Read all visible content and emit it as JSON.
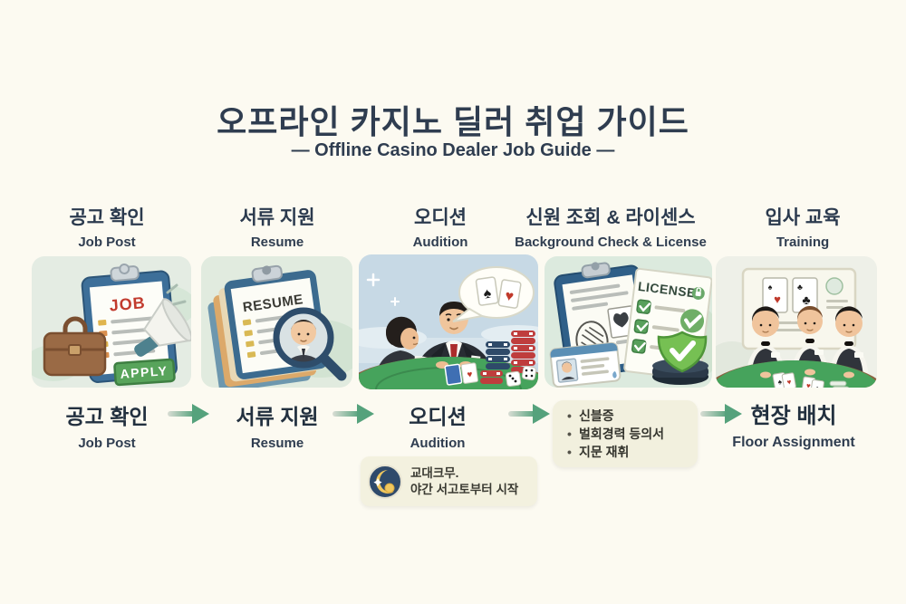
{
  "page": {
    "title": "오프라인 카지노 딜러 취업 가이드",
    "subtitle": "—  Offline Casino Dealer Job Guide  —"
  },
  "steps": [
    {
      "ko": "공고 확인",
      "en": "Job Post"
    },
    {
      "ko": "서류 지원",
      "en": "Resume"
    },
    {
      "ko": "오디션",
      "en": "Audition"
    },
    {
      "ko": "신원 조회 & 라이센스",
      "en": "Background Check & License"
    },
    {
      "ko": "입사 교육",
      "en": "Training"
    }
  ],
  "flow": [
    {
      "ko": "공고 확인",
      "en": "Job Post"
    },
    {
      "ko": "서류 지원",
      "en": "Resume"
    },
    {
      "ko": "오디션",
      "en": "Audition"
    },
    {
      "ko": "현장 배치",
      "en": "Floor Assignment"
    }
  ],
  "checklist": {
    "items": [
      "신블증",
      "벌회경력 등의서",
      "지문 재휘"
    ]
  },
  "note": {
    "line1": "교대크무.",
    "line2": "야간 서고토부터 시작"
  },
  "art": {
    "job_title": "JOB",
    "apply_label": "APPLY",
    "resume_title": "RESUME",
    "license_title": "LICENSE"
  },
  "icons": {
    "note_icon": "moon-star-icon",
    "arrow_icon": "flow-arrow-right",
    "panel1": [
      "clipboard-icon",
      "megaphone-icon",
      "briefcase-icon",
      "apply-button-graphic"
    ],
    "panel2": [
      "clipboard-icon",
      "magnifier-icon",
      "paper-stack-icon"
    ],
    "panel3": [
      "speech-bubble-cards-icon",
      "casino-table",
      "chip-stacks",
      "dice-icon"
    ],
    "panel4": [
      "clipboard-fingerprint-icon",
      "license-sheet-icon",
      "check-shield-icon",
      "id-card-icon",
      "fingerprint-scanner-icon"
    ],
    "panel5": [
      "card-whiteboard-icon",
      "casino-table",
      "dealer-trainees"
    ]
  },
  "colors": {
    "background": "#fcfaf1",
    "title_navy": "#2f3d50",
    "arrow_green": "#55a27c",
    "apply_green": "#58a45b",
    "box_cream": "#f2f0de"
  }
}
